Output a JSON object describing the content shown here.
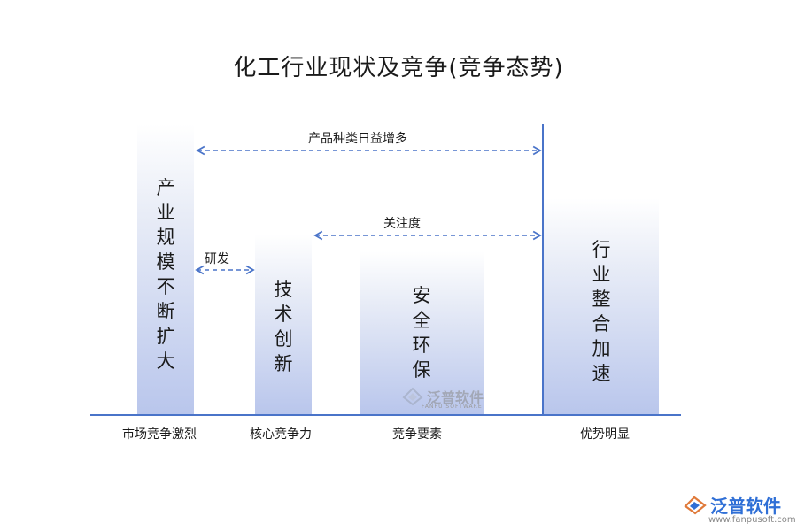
{
  "title": "化工行业现状及竞争(竞争态势)",
  "bars": [
    {
      "id": "scale",
      "chars": [
        "产",
        "业",
        "规",
        "模",
        "不",
        "断",
        "扩",
        "大"
      ]
    },
    {
      "id": "tech",
      "chars": [
        "技",
        "术",
        "创",
        "新"
      ]
    },
    {
      "id": "safety",
      "chars": [
        "安",
        "全",
        "环",
        "保"
      ]
    },
    {
      "id": "integration",
      "chars": [
        "行",
        "业",
        "整",
        "合",
        "加",
        "速"
      ]
    }
  ],
  "categories": [
    "市场竞争激烈",
    "核心竞争力",
    "竞争要素",
    "优势明显"
  ],
  "arrows": {
    "products": "产品种类日益增多",
    "attention": "关注度",
    "rnd": "研发"
  },
  "watermark": {
    "name": "泛普软件",
    "sub": "FANPU SOFTWARE"
  },
  "logo": {
    "name": "泛普软件",
    "url": "www.fanpusoft.com"
  },
  "colors": {
    "accent": "#4a74c9",
    "bar_bottom": "#b9c6ec",
    "logo": "#2f6fd6"
  }
}
